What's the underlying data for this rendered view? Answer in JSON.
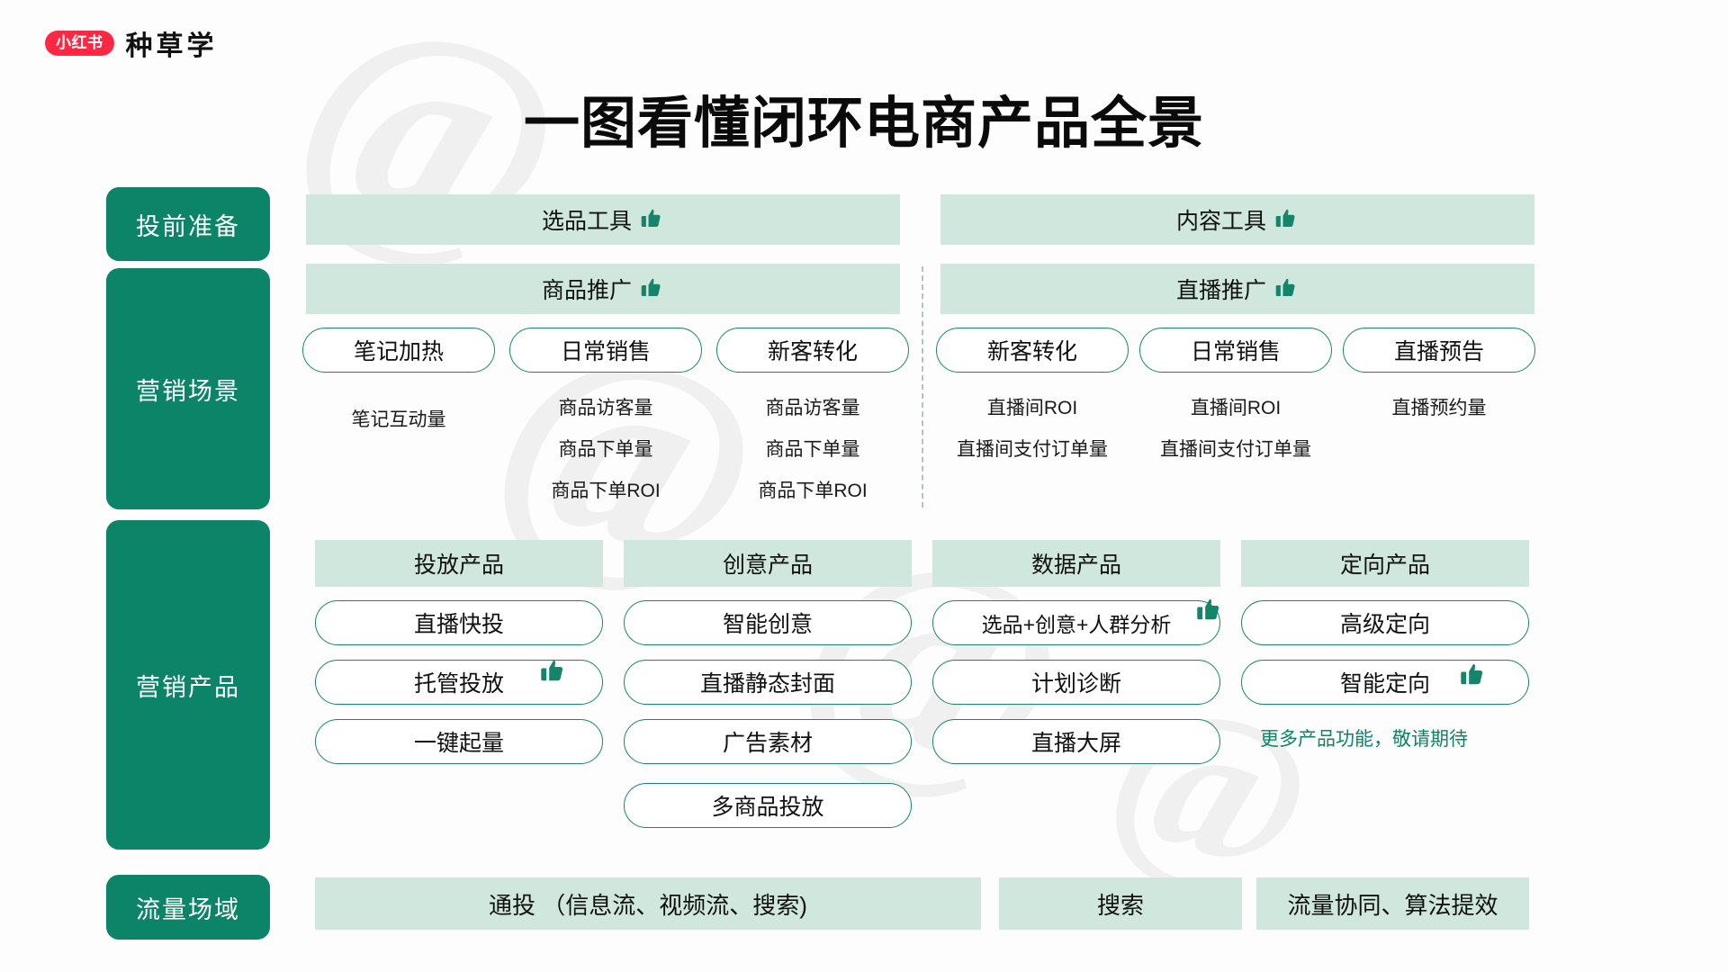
{
  "brand": {
    "badge": "小红书",
    "name": "种草学"
  },
  "title": "一图看懂闭环电商产品全景",
  "colors": {
    "dark_green": "#0b8468",
    "light_green": "#cfe7dd",
    "pill_border": "#17866a",
    "brand_red": "#ff2742"
  },
  "rail": [
    {
      "label": "投前准备"
    },
    {
      "label": "营销场景"
    },
    {
      "label": "营销产品"
    },
    {
      "label": "流量场域"
    }
  ],
  "prep": {
    "left_band": "选品工具",
    "right_band": "内容工具",
    "icon": "thumbs-up-icon"
  },
  "scene": {
    "left_band": "商品推广",
    "right_band": "直播推广",
    "icon": "thumbs-up-icon",
    "left_columns": [
      {
        "pill": "笔记加热",
        "metrics": [
          "笔记互动量"
        ]
      },
      {
        "pill": "日常销售",
        "metrics": [
          "商品访客量",
          "商品下单量",
          "商品下单ROI"
        ]
      },
      {
        "pill": "新客转化",
        "metrics": [
          "商品访客量",
          "商品下单量",
          "商品下单ROI"
        ]
      }
    ],
    "right_columns": [
      {
        "pill": "新客转化",
        "metrics": [
          "直播间ROI",
          "直播间支付订单量"
        ]
      },
      {
        "pill": "日常销售",
        "metrics": [
          "直播间ROI",
          "直播间支付订单量"
        ]
      },
      {
        "pill": "直播预告",
        "metrics": [
          "直播预约量"
        ]
      }
    ]
  },
  "products": {
    "columns": [
      {
        "header": "投放产品",
        "items": [
          "直播快投",
          "托管投放",
          "一键起量"
        ]
      },
      {
        "header": "创意产品",
        "items": [
          "智能创意",
          "直播静态封面",
          "广告素材",
          "多商品投放"
        ]
      },
      {
        "header": "数据产品",
        "items": [
          "选品+创意+人群分析",
          "计划诊断",
          "直播大屏"
        ]
      },
      {
        "header": "定向产品",
        "items": [
          "高级定向",
          "智能定向"
        ]
      }
    ],
    "more_note": "更多产品功能，敬请期待"
  },
  "traffic": {
    "items": [
      "通投 （信息流、视频流、搜索)",
      "搜索",
      "流量协同、算法提效"
    ]
  }
}
